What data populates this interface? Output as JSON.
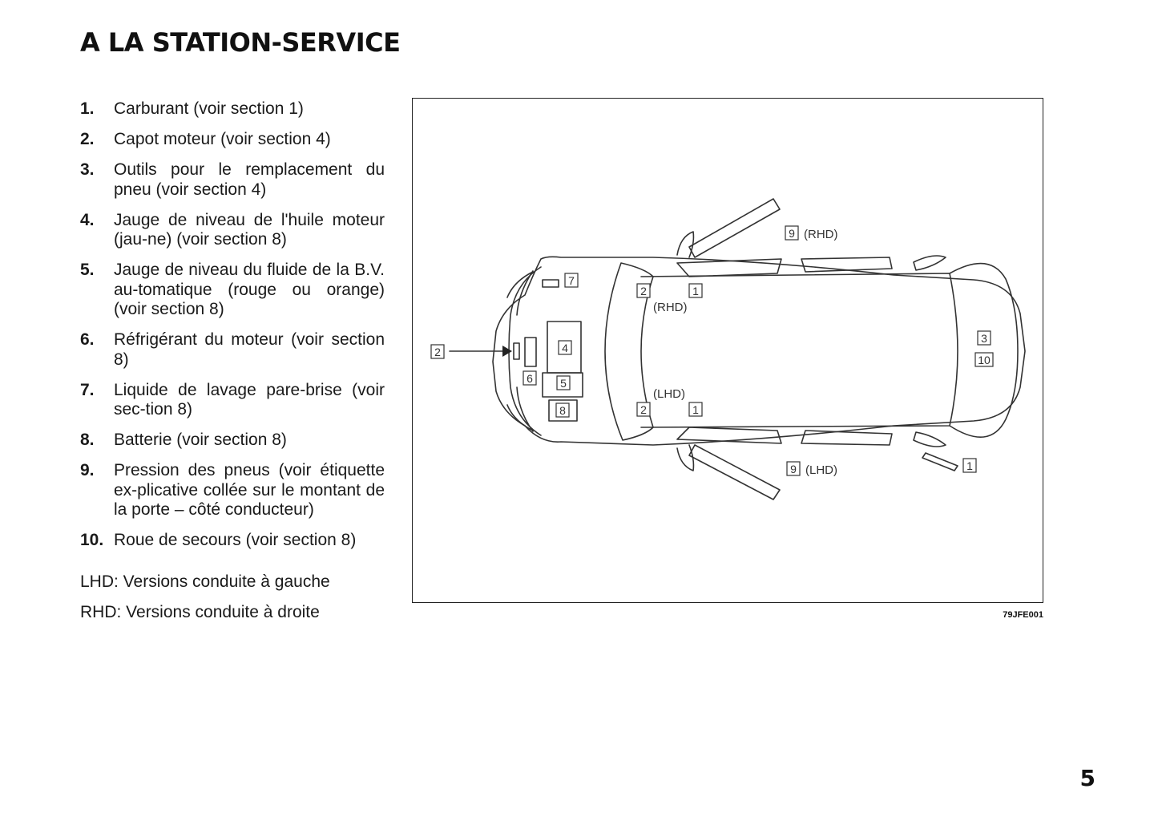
{
  "title": "A LA STATION-SERVICE",
  "items": [
    {
      "num": "1.",
      "text": "Carburant (voir section 1)"
    },
    {
      "num": "2.",
      "text": "Capot moteur (voir section 4)"
    },
    {
      "num": "3.",
      "text": "Outils pour le remplacement du pneu (voir section 4)"
    },
    {
      "num": "4.",
      "text": "Jauge de niveau de l'huile moteur (jau-ne) (voir section 8)"
    },
    {
      "num": "5.",
      "text": "Jauge de niveau du fluide de la B.V. au-tomatique (rouge ou orange) (voir section 8)"
    },
    {
      "num": "6.",
      "text": "Réfrigérant du moteur (voir section 8)"
    },
    {
      "num": "7.",
      "text": "Liquide de lavage pare-brise (voir sec-tion 8)"
    },
    {
      "num": "8.",
      "text": "Batterie (voir section 8)"
    },
    {
      "num": "9.",
      "text": "Pression des pneus (voir étiquette ex-plicative collée sur le montant de la porte – côté conducteur)"
    },
    {
      "num": "10.",
      "text": "Roue de secours (voir section 8)"
    }
  ],
  "legend": {
    "lhd": "LHD: Versions conduite à gauche",
    "rhd": "RHD: Versions conduite à droite"
  },
  "diagram": {
    "labels": {
      "n1": "1",
      "n2": "2",
      "n3": "3",
      "n4": "4",
      "n5": "5",
      "n6": "6",
      "n7": "7",
      "n8": "8",
      "n9": "9",
      "n10": "10",
      "rhd": "(RHD)",
      "lhd": "(LHD)"
    },
    "code": "79JFE001"
  },
  "page_number": "5"
}
